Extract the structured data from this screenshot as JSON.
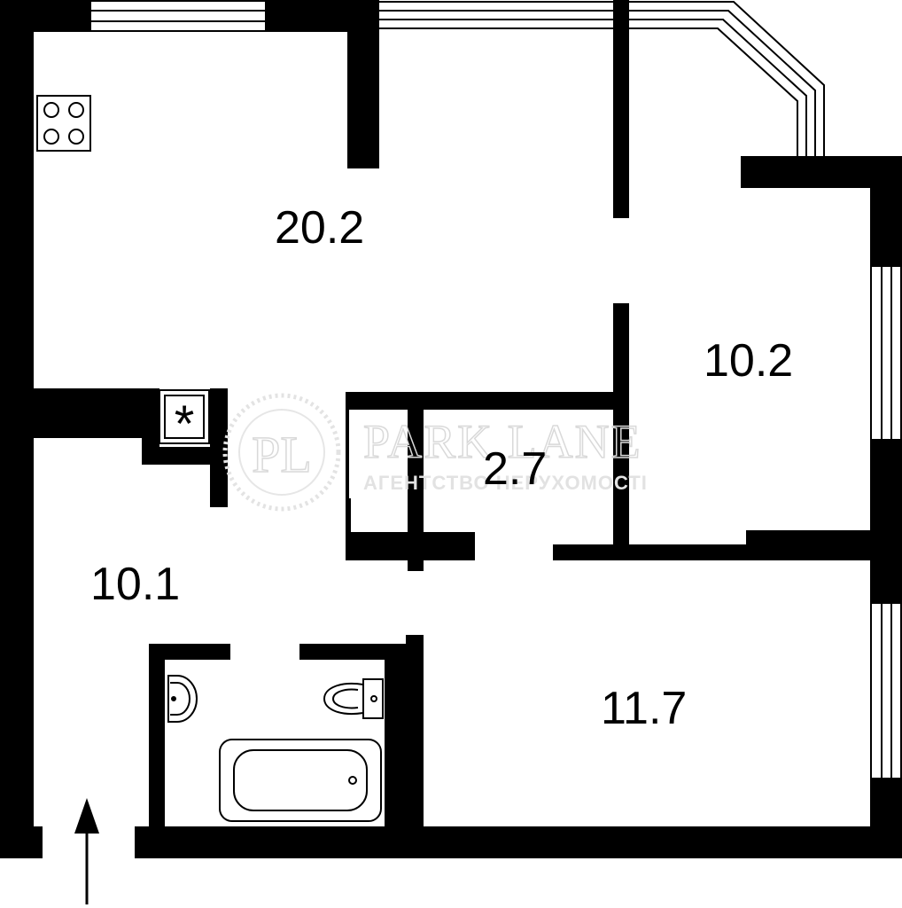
{
  "rooms": {
    "kitchen_living": "20.2",
    "bedroom_small": "10.2",
    "storage": "2.7",
    "hallway": "10.1",
    "bedroom_large": "11.7"
  },
  "watermark": {
    "monogram": "PL",
    "brand": "PARK LANE",
    "tagline": "АГЕНТСТВО НЕРУХОМОСТІ"
  },
  "symbols": {
    "ventilation": "*"
  },
  "colors": {
    "wall": "#000000",
    "background": "#ffffff",
    "watermark": "#d9d9d9"
  }
}
